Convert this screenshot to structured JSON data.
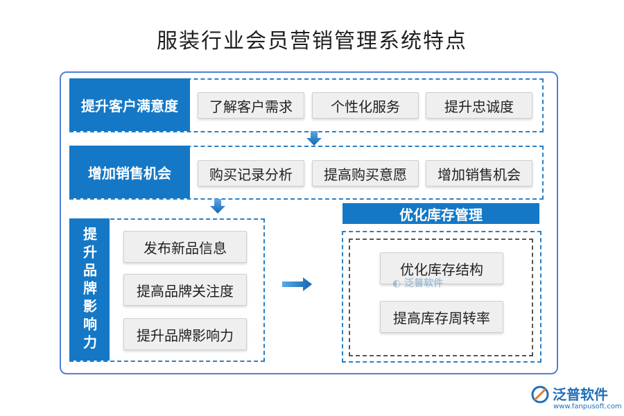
{
  "title": "服装行业会员营销管理系统特点",
  "rows": [
    {
      "head": "提升客户满意度",
      "items": [
        "了解客户需求",
        "个性化服务",
        "提升忠诚度"
      ]
    },
    {
      "head": "增加销售机会",
      "items": [
        "购买记录分析",
        "提高购买意愿",
        "增加销售机会"
      ]
    }
  ],
  "brand": {
    "head": "提升品牌影响力",
    "items": [
      "发布新品信息",
      "提高品牌关注度",
      "提升品牌影响力"
    ]
  },
  "inventory": {
    "head": "优化库存管理",
    "items": [
      "优化库存结构",
      "提高库存周转率"
    ]
  },
  "watermark": {
    "small": "泛普软件",
    "logo": "泛普软件",
    "url": "www.fanpusoft.com"
  },
  "colors": {
    "accent": "#1478c6",
    "dash": "#2a7fc2"
  }
}
